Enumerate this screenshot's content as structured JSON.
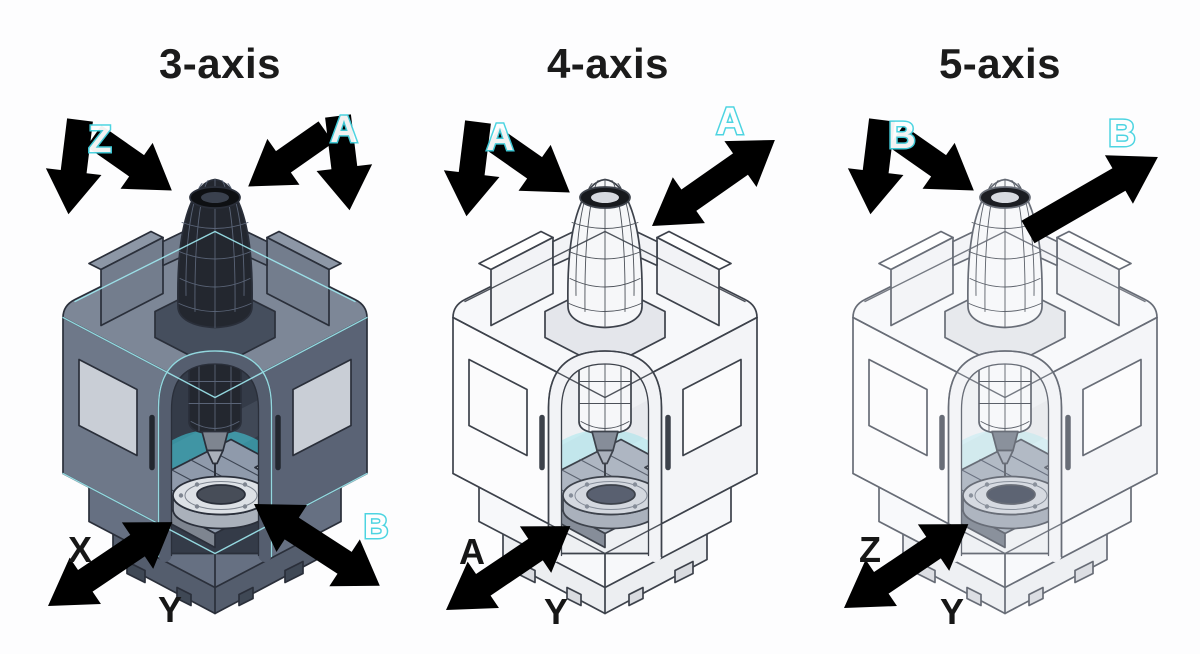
{
  "figure": {
    "background_color": "#fdfdfe",
    "accent_arrow_color": "#4ed7e4",
    "accent_arrow_edge_color": "#1fb4c5",
    "title_color": "#1b1b1b",
    "dark_machine_body_color": "#6e7889",
    "light_machine_outline_color": "#3d424b"
  },
  "panels": [
    {
      "title": "3-axis",
      "machine_style": "dark",
      "labels": {
        "top_left": "Z",
        "top_right": "A",
        "bottom_left": "X",
        "bottom_center": "Y",
        "bottom_right": "B"
      }
    },
    {
      "title": "4-axis",
      "machine_style": "light",
      "labels": {
        "top_left": "A",
        "top_right": "A",
        "bottom_left": "A",
        "bottom_center": "Y"
      }
    },
    {
      "title": "5-axis",
      "machine_style": "light-soft",
      "labels": {
        "top_left": "B",
        "top_right": "B",
        "bottom_left": "Z",
        "bottom_center": "Y"
      }
    }
  ]
}
